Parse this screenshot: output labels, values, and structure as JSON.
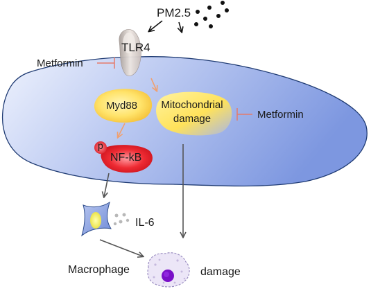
{
  "labels": {
    "pm25": "PM2.5",
    "tlr4": "TLR4",
    "metformin_left": "Metformin",
    "metformin_right": "Metformin",
    "myd88": "Myd88",
    "mito_line1": "Mitochondrial",
    "mito_line2": "damage",
    "p": "p",
    "nfkb": "NF-kB",
    "il6": "IL-6",
    "macrophage": "Macrophage",
    "damage": "damage"
  },
  "colors": {
    "cell_fill": "#8fa6e6",
    "cell_outline": "#1f3b73",
    "activation_arrow": "#f0a070",
    "inhibition": "#e57a6a",
    "myd88_fill": "#ffd54a",
    "nfkb_fill": "#e8222a",
    "arrow_gray": "#555555"
  }
}
